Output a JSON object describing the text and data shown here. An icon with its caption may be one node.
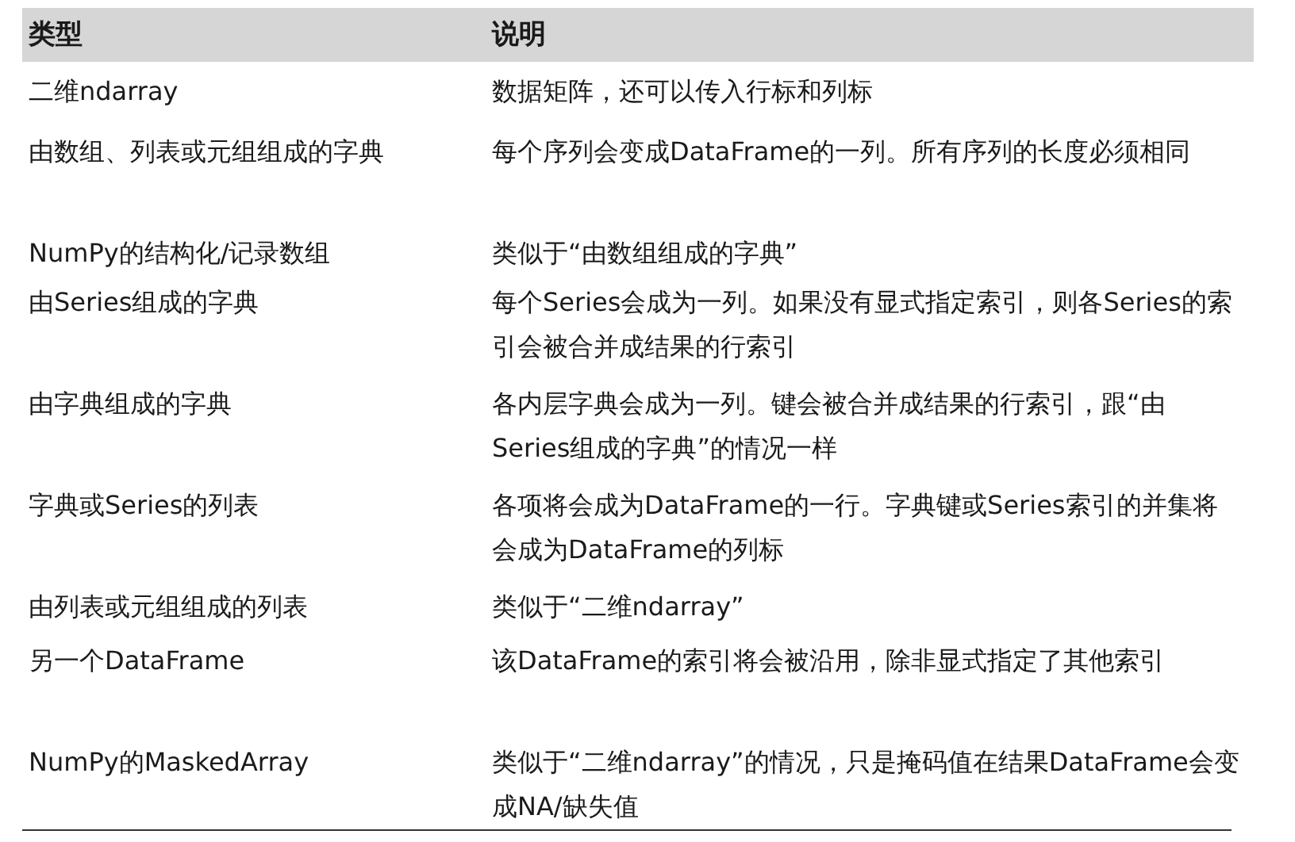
{
  "diagram": {
    "labels": [
      "类型",
      "说明",
      "二维ndarray",
      "数据矩阵，还可以传入行标和列标",
      "由数组、列表或元组组成的字典",
      "每个序列会变成DataFrame的一列。所有序列的长度必须相同",
      "NumPy的结构化/记录数组",
      "类似于“由数组组成的字典”",
      "由Series组成的字典",
      "每个Series会成为一列。如果没有显式指定索引，则各Series的索引会被合并成结果的行索引",
      "由字典组成的字典",
      "各内层字典会成为一列。键会被合并成结果的行索引，跟“由Series组成的字典”的情况一样",
      "字典或Series的列表",
      "各项将会成为DataFrame的一行。字典键或Series索引的并集将会成为DataFrame的列标",
      "由列表或元组组成的列表",
      "类似于“二维ndarray”",
      "另一个DataFrame",
      "该DataFrame的索引将会被沿用，除非显式指定了其他索引",
      "NumPy的MaskedArray",
      "类似于“二维ndarray”的情况，只是掩码值在结果DataFrame会变成NA/缺失值"
    ]
  }
}
